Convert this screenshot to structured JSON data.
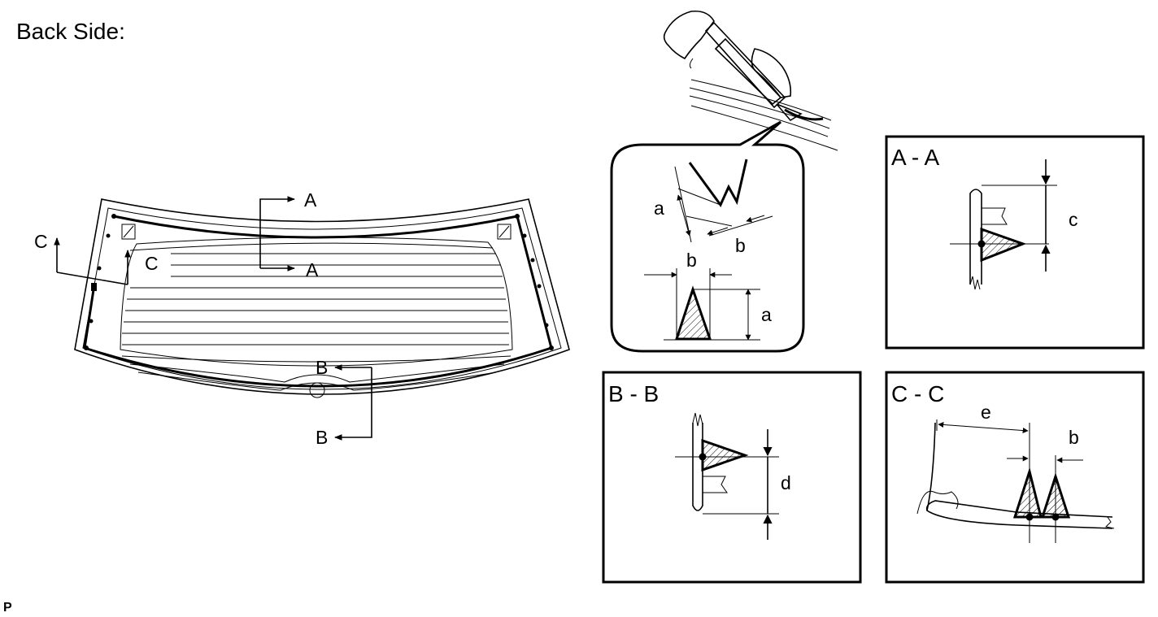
{
  "heading": "Back Side:",
  "footer_code": "P",
  "section_markers": {
    "a_top": "A",
    "a_bottom": "A",
    "b_top": "B",
    "b_bottom": "B",
    "c_left": "C",
    "c_right": "C"
  },
  "detail_bubble": {
    "dim_a_upper": "a",
    "dim_b_upper": "b",
    "dim_b_lower": "b",
    "dim_a_lower": "a"
  },
  "panel_aa": {
    "title": "A - A",
    "dim": "c"
  },
  "panel_bb": {
    "title": "B - B",
    "dim": "d"
  },
  "panel_cc": {
    "title": "C - C",
    "dim_e": "e",
    "dim_b": "b"
  }
}
